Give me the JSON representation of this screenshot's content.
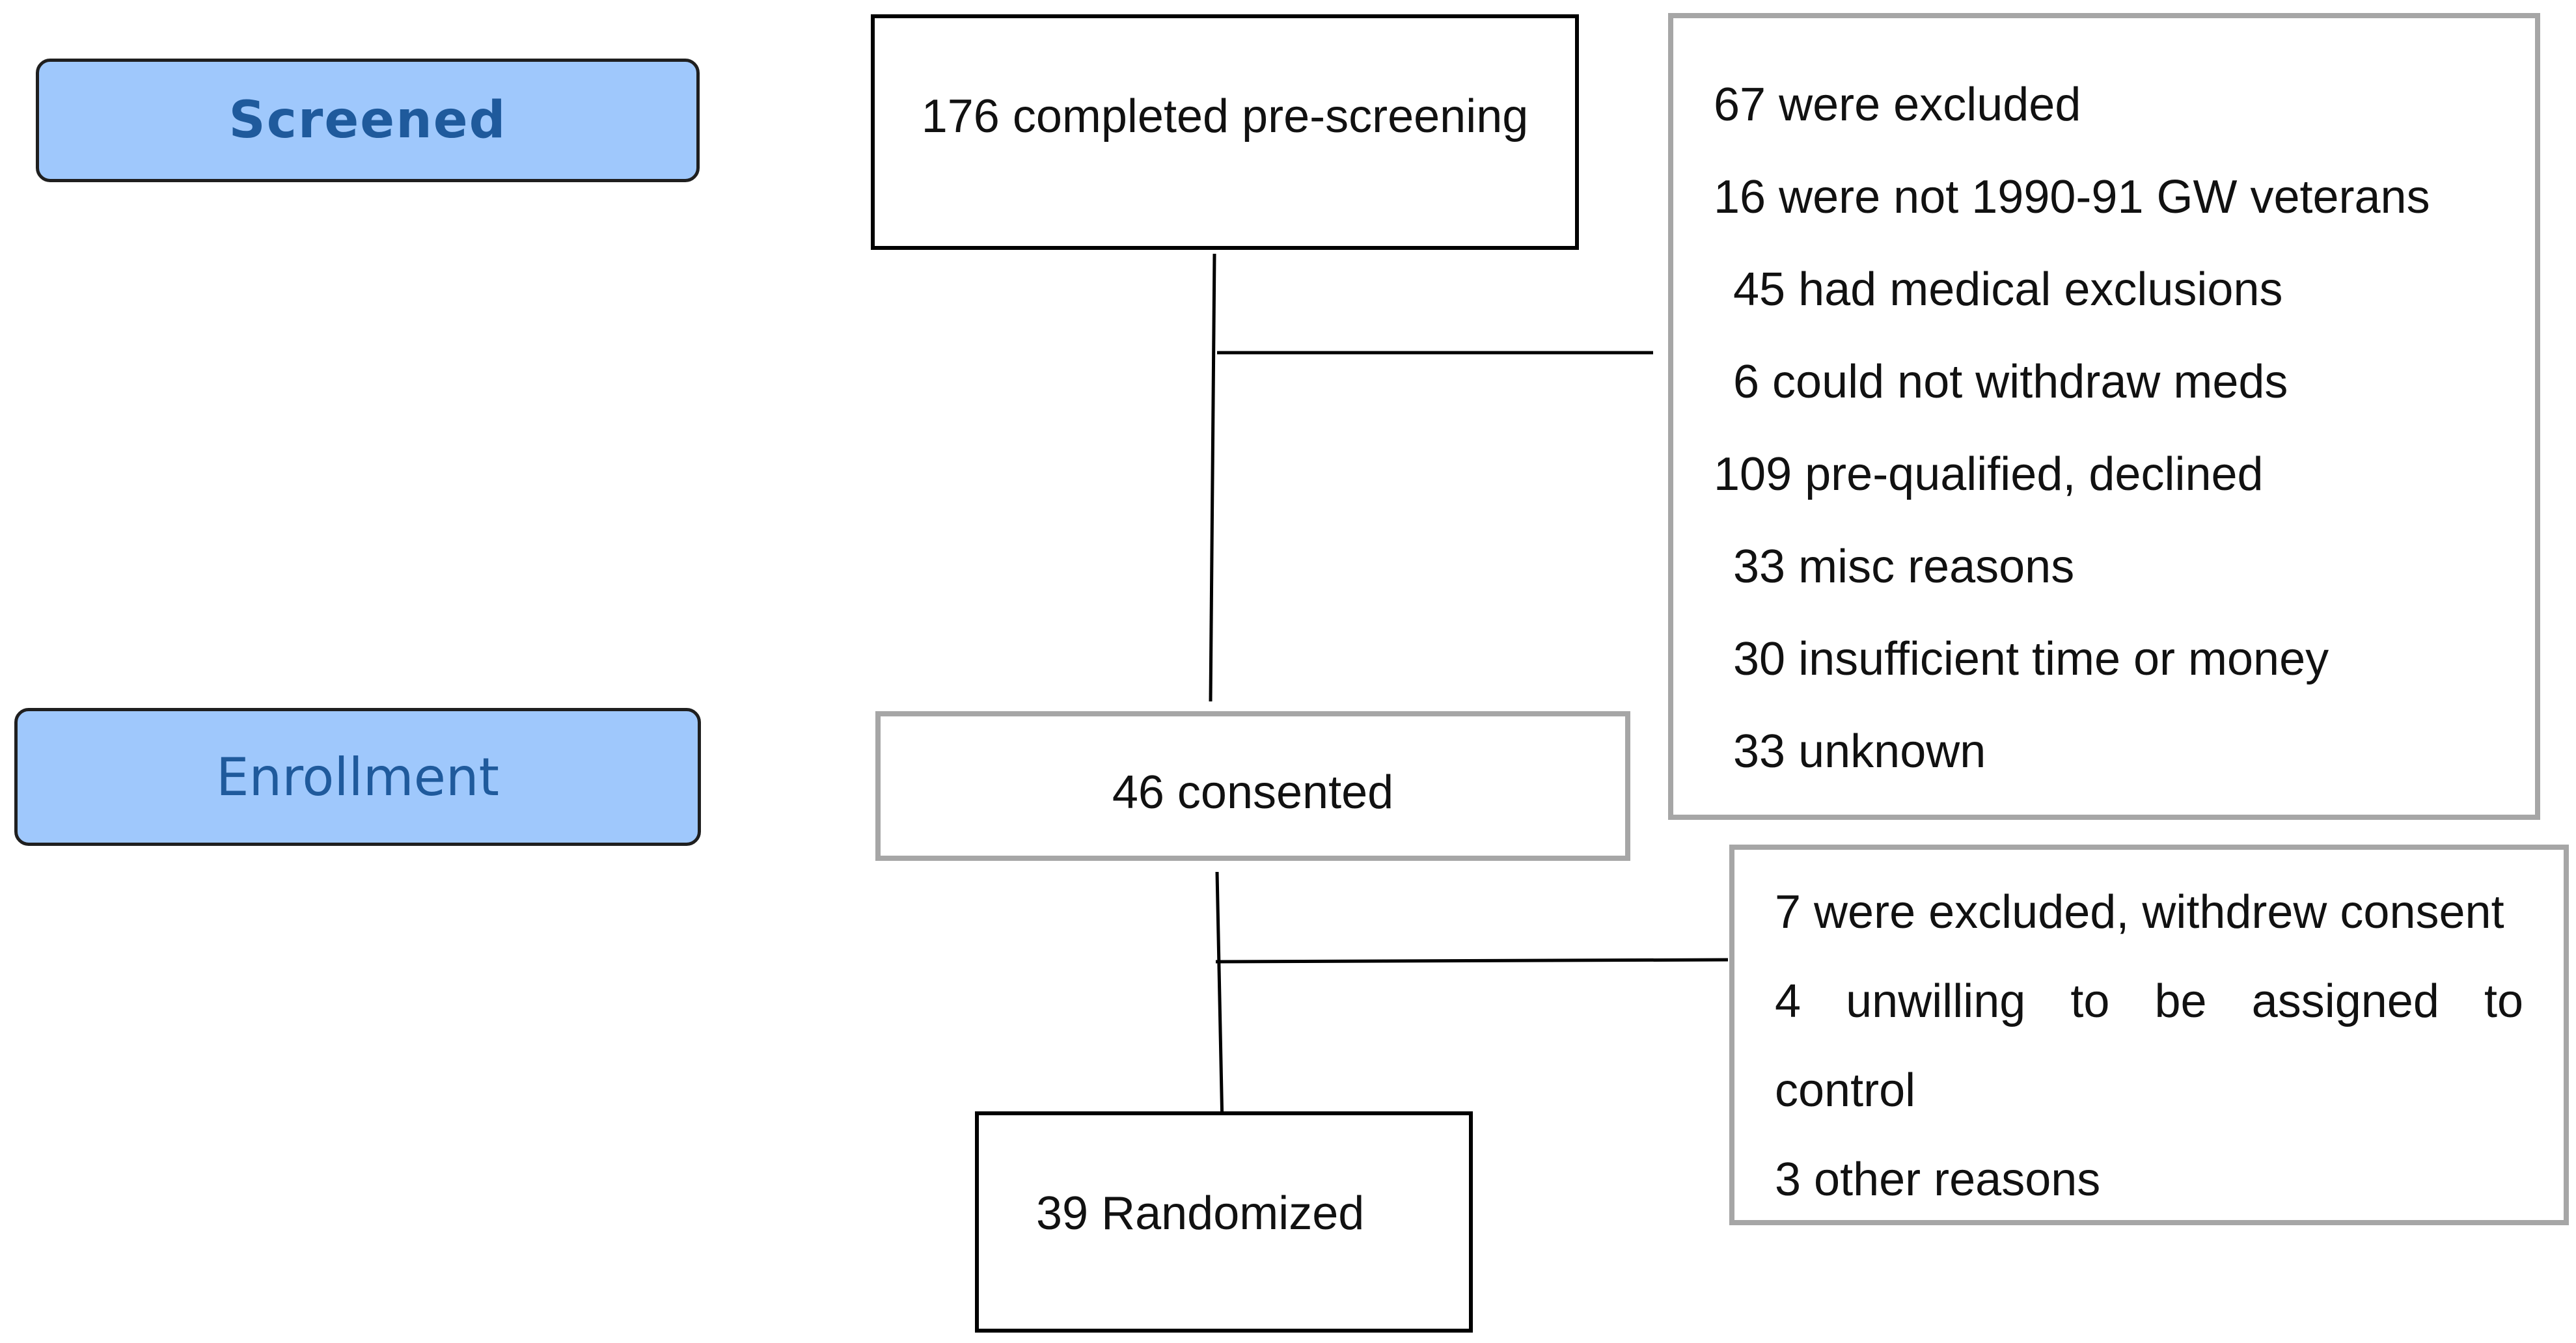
{
  "stages": {
    "screened": "Screened",
    "enrollment": "Enrollment"
  },
  "boxes": {
    "prescreen": "176 completed pre-screening",
    "consented": "46 consented",
    "randomized": "39 Randomized"
  },
  "exclusions_1": [
    "67 were excluded",
    "16 were not 1990-91 GW veterans",
    "45 had medical exclusions",
    "6 could not withdraw meds",
    "109 pre-qualified, declined",
    "33 misc reasons",
    "30 insufficient time or money",
    "33 unknown"
  ],
  "exclusions_2": {
    "line1": "7 were excluded, withdrew consent",
    "line2_words": [
      "4",
      "unwilling",
      "to",
      "be",
      "assigned",
      "to"
    ],
    "line3": "control",
    "line4": "3 other reasons"
  },
  "colors": {
    "stage_fill": "#9fc8fc",
    "stage_text": "#1f5a9c",
    "grey_border": "#a6a6a6"
  }
}
